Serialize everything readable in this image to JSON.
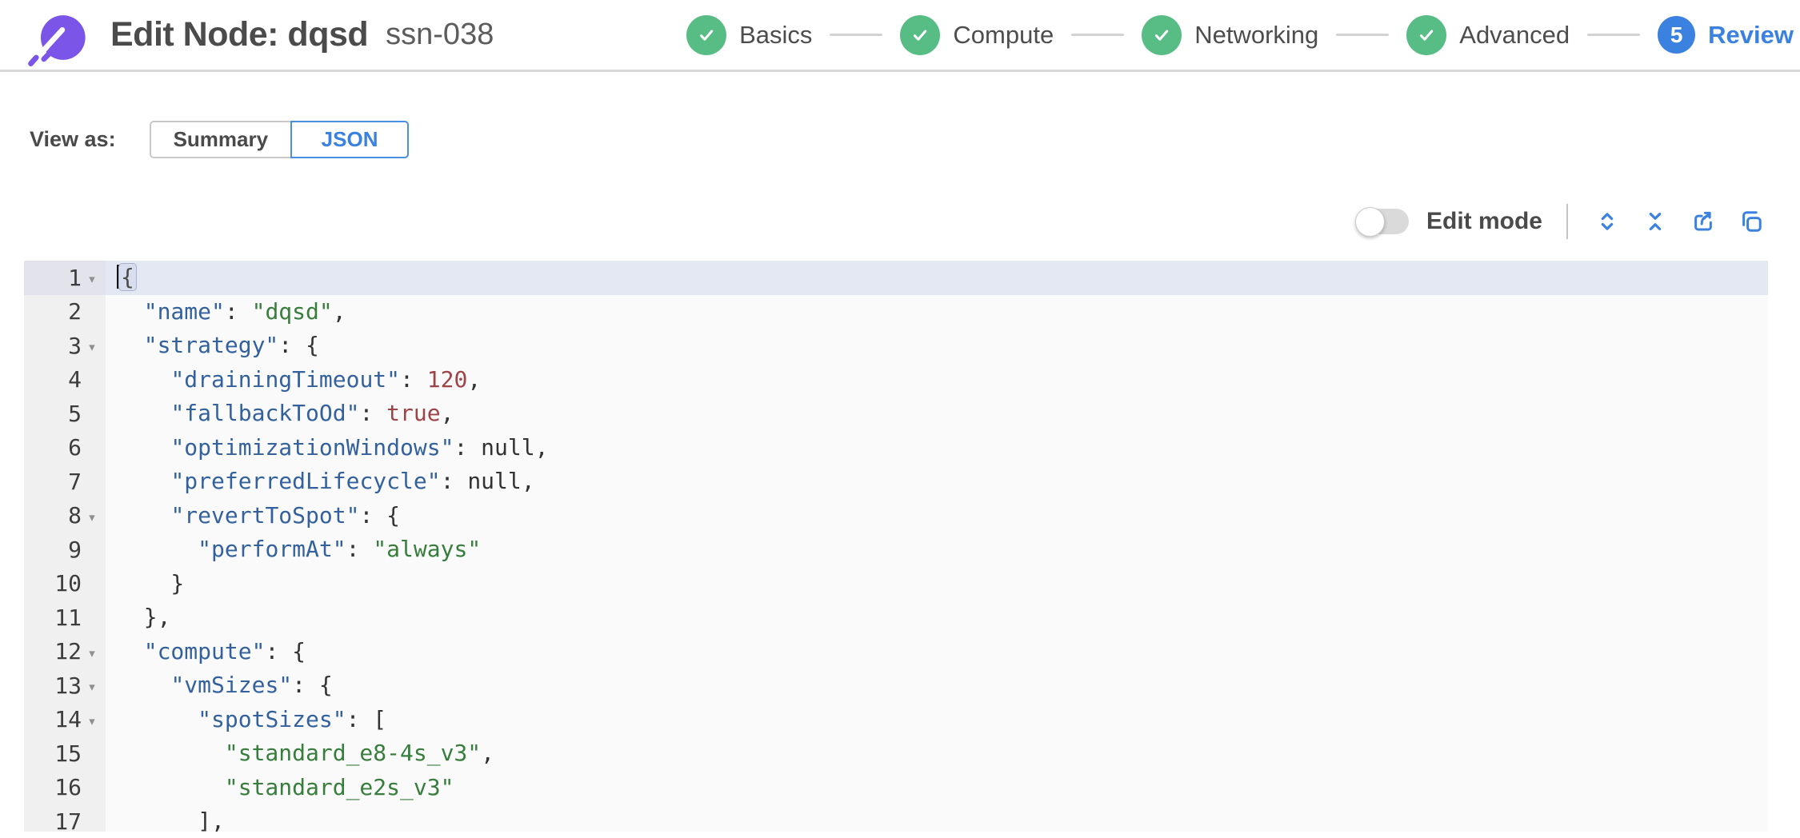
{
  "header": {
    "title": "Edit Node: dqsd",
    "subtitle": "ssn-038",
    "steps": [
      {
        "label": "Basics",
        "state": "done"
      },
      {
        "label": "Compute",
        "state": "done"
      },
      {
        "label": "Networking",
        "state": "done"
      },
      {
        "label": "Advanced",
        "state": "done"
      },
      {
        "label": "Review",
        "state": "current",
        "number": "5"
      }
    ]
  },
  "view_as": {
    "label": "View as:",
    "options": [
      {
        "label": "Summary",
        "selected": false
      },
      {
        "label": "JSON",
        "selected": true
      }
    ]
  },
  "toolbar": {
    "edit_mode_label": "Edit mode",
    "edit_mode_on": false,
    "icons": [
      "expand-icon",
      "collapse-icon",
      "export-icon",
      "copy-icon"
    ]
  },
  "colors": {
    "accent_blue": "#3b82e0",
    "success_green": "#57bd85",
    "brand_purple": "#7a55e8",
    "code_key": "#33619e",
    "code_string": "#377d3c",
    "code_number": "#9e4347",
    "code_plain": "#333333",
    "editor_active_line": "#e4e8f2",
    "editor_gutter_bg": "#f0f0f1",
    "editor_bg": "#fafafa"
  },
  "editor": {
    "fold_glyph": "▾",
    "lines": [
      {
        "n": 1,
        "fold": true,
        "active": true,
        "segs": [
          [
            "caret",
            ""
          ],
          [
            "bm",
            "{"
          ]
        ]
      },
      {
        "n": 2,
        "segs": [
          [
            "p",
            "  "
          ],
          [
            "k",
            "\"name\""
          ],
          [
            "p",
            ": "
          ],
          [
            "s",
            "\"dqsd\""
          ],
          [
            "p",
            ","
          ]
        ]
      },
      {
        "n": 3,
        "fold": true,
        "segs": [
          [
            "p",
            "  "
          ],
          [
            "k",
            "\"strategy\""
          ],
          [
            "p",
            ": {"
          ]
        ]
      },
      {
        "n": 4,
        "segs": [
          [
            "p",
            "    "
          ],
          [
            "k",
            "\"drainingTimeout\""
          ],
          [
            "p",
            ": "
          ],
          [
            "n",
            "120"
          ],
          [
            "p",
            ","
          ]
        ]
      },
      {
        "n": 5,
        "segs": [
          [
            "p",
            "    "
          ],
          [
            "k",
            "\"fallbackToOd\""
          ],
          [
            "p",
            ": "
          ],
          [
            "n",
            "true"
          ],
          [
            "p",
            ","
          ]
        ]
      },
      {
        "n": 6,
        "segs": [
          [
            "p",
            "    "
          ],
          [
            "k",
            "\"optimizationWindows\""
          ],
          [
            "p",
            ": "
          ],
          [
            "u",
            "null"
          ],
          [
            "p",
            ","
          ]
        ]
      },
      {
        "n": 7,
        "segs": [
          [
            "p",
            "    "
          ],
          [
            "k",
            "\"preferredLifecycle\""
          ],
          [
            "p",
            ": "
          ],
          [
            "u",
            "null"
          ],
          [
            "p",
            ","
          ]
        ]
      },
      {
        "n": 8,
        "fold": true,
        "segs": [
          [
            "p",
            "    "
          ],
          [
            "k",
            "\"revertToSpot\""
          ],
          [
            "p",
            ": {"
          ]
        ]
      },
      {
        "n": 9,
        "segs": [
          [
            "p",
            "      "
          ],
          [
            "k",
            "\"performAt\""
          ],
          [
            "p",
            ": "
          ],
          [
            "s",
            "\"always\""
          ]
        ]
      },
      {
        "n": 10,
        "segs": [
          [
            "p",
            "    }"
          ]
        ]
      },
      {
        "n": 11,
        "segs": [
          [
            "p",
            "  },"
          ]
        ]
      },
      {
        "n": 12,
        "fold": true,
        "segs": [
          [
            "p",
            "  "
          ],
          [
            "k",
            "\"compute\""
          ],
          [
            "p",
            ": {"
          ]
        ]
      },
      {
        "n": 13,
        "fold": true,
        "segs": [
          [
            "p",
            "    "
          ],
          [
            "k",
            "\"vmSizes\""
          ],
          [
            "p",
            ": {"
          ]
        ]
      },
      {
        "n": 14,
        "fold": true,
        "segs": [
          [
            "p",
            "      "
          ],
          [
            "k",
            "\"spotSizes\""
          ],
          [
            "p",
            ": ["
          ]
        ]
      },
      {
        "n": 15,
        "segs": [
          [
            "p",
            "        "
          ],
          [
            "s",
            "\"standard_e8-4s_v3\""
          ],
          [
            "p",
            ","
          ]
        ]
      },
      {
        "n": 16,
        "segs": [
          [
            "p",
            "        "
          ],
          [
            "s",
            "\"standard_e2s_v3\""
          ]
        ]
      },
      {
        "n": 17,
        "segs": [
          [
            "p",
            "      ],"
          ]
        ]
      }
    ]
  }
}
